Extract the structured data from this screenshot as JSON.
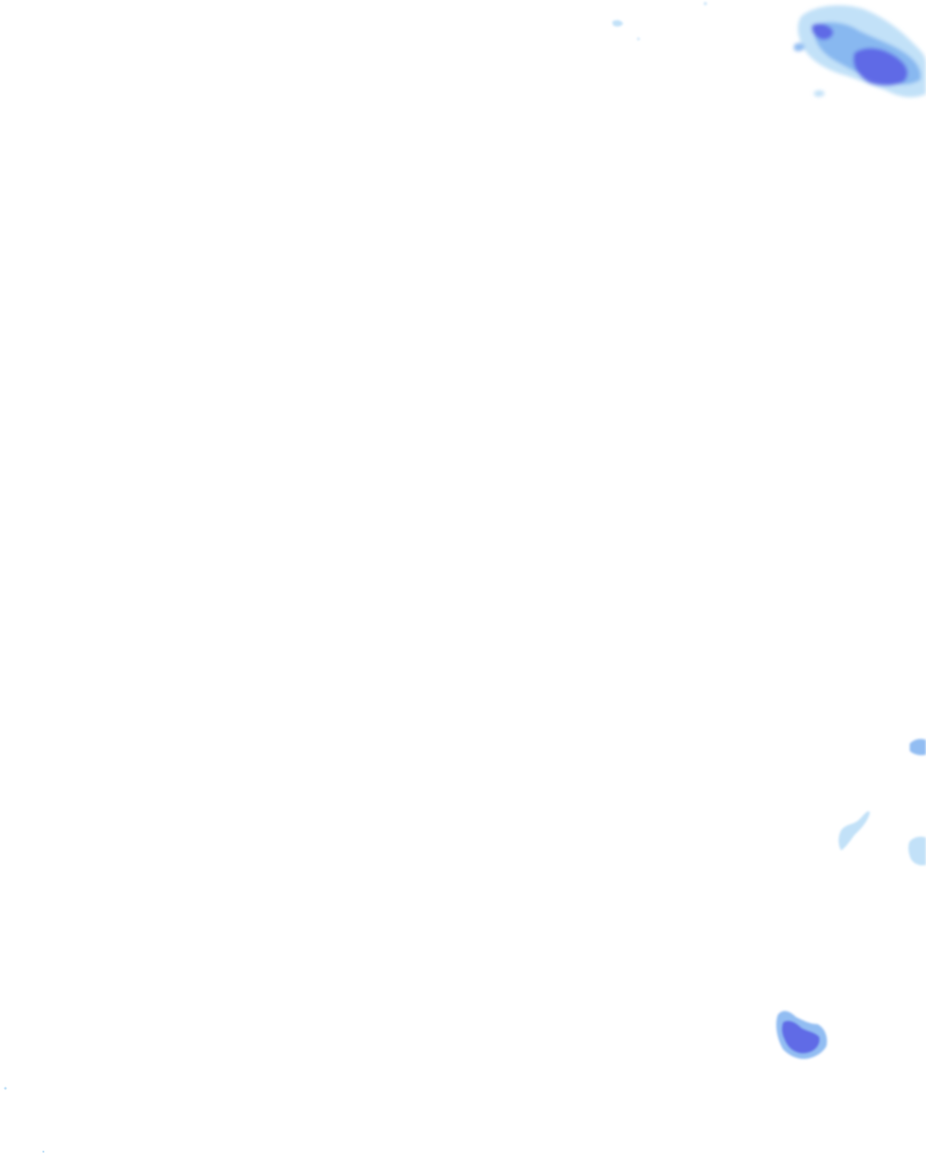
{
  "map": {
    "background_color": "#ffffff",
    "layer": "precipitation-radar",
    "palette": {
      "light": "#b7dcf7",
      "medium": "#7fb2f0",
      "strong": "#5b63e6"
    },
    "echoes": [
      {
        "name": "precip-cell-northeast",
        "intensity": "strong"
      },
      {
        "name": "precip-cell-east-small",
        "intensity": "medium"
      },
      {
        "name": "precip-cell-east-streak",
        "intensity": "light"
      },
      {
        "name": "precip-cell-east-edge",
        "intensity": "light"
      },
      {
        "name": "precip-cell-southeast",
        "intensity": "strong"
      },
      {
        "name": "precip-speck-north",
        "intensity": "light"
      },
      {
        "name": "precip-speck-southwest",
        "intensity": "light"
      }
    ]
  }
}
